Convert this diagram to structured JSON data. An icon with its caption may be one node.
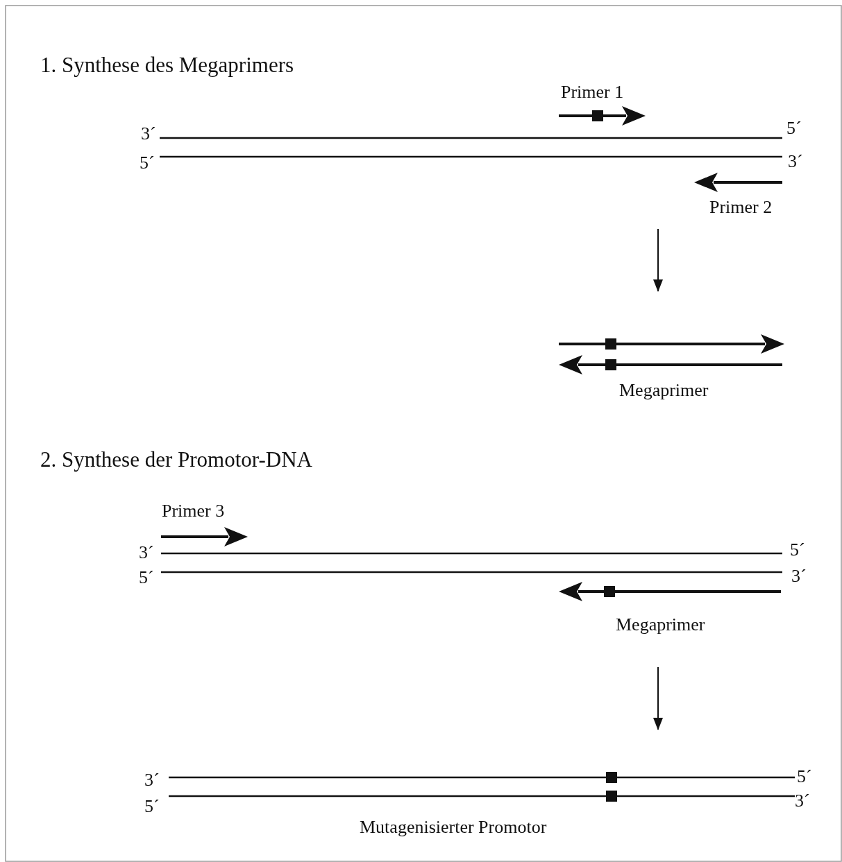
{
  "diagram": {
    "labels": [
      "1. Synthese des Megaprimers",
      "Primer 1",
      "3´",
      "5´",
      "5´",
      "3´",
      "Primer 2",
      "Megaprimer",
      "2. Synthese der Promotor-DNA",
      "Primer 3",
      "3´",
      "5´",
      "5´",
      "3´",
      "Megaprimer",
      "3´",
      "5´",
      "5´",
      "3´",
      "Mutagenisierter Promotor"
    ]
  }
}
